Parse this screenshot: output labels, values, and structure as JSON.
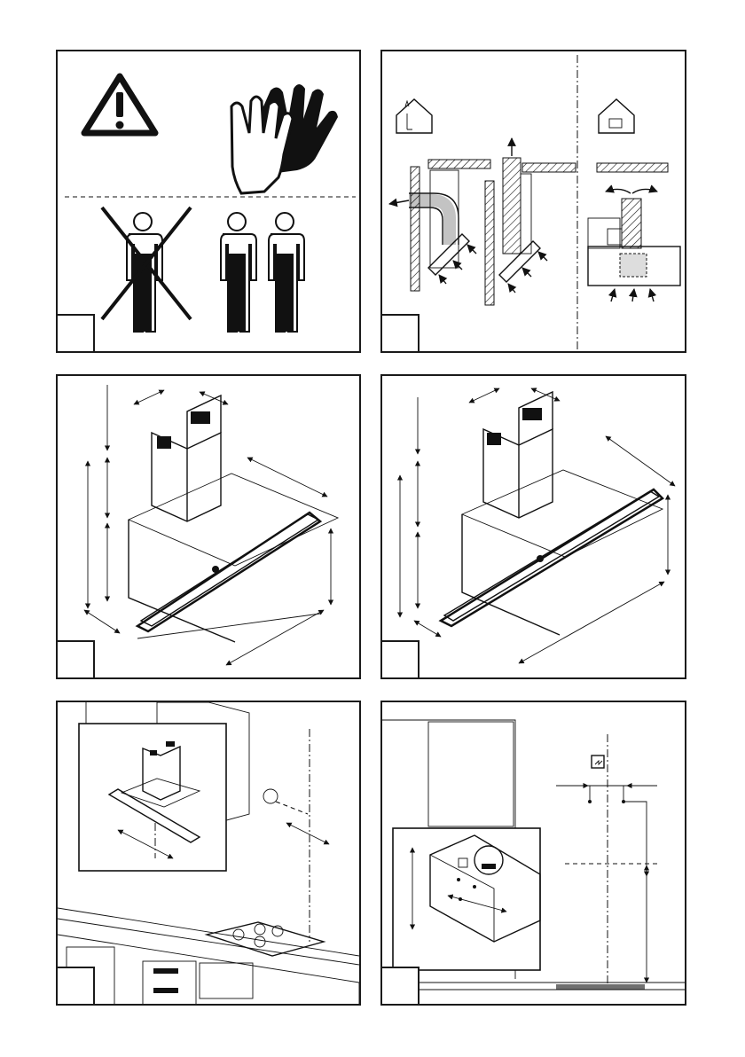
{
  "panels": [
    {
      "number": "",
      "content": "safety-warning"
    },
    {
      "number": "",
      "content": "extraction-modes"
    },
    {
      "number": "",
      "content": "dimensions-a"
    },
    {
      "number": "",
      "content": "dimensions-b"
    },
    {
      "number": "",
      "content": "installation-height"
    },
    {
      "number": "",
      "content": "wall-fixing"
    }
  ]
}
